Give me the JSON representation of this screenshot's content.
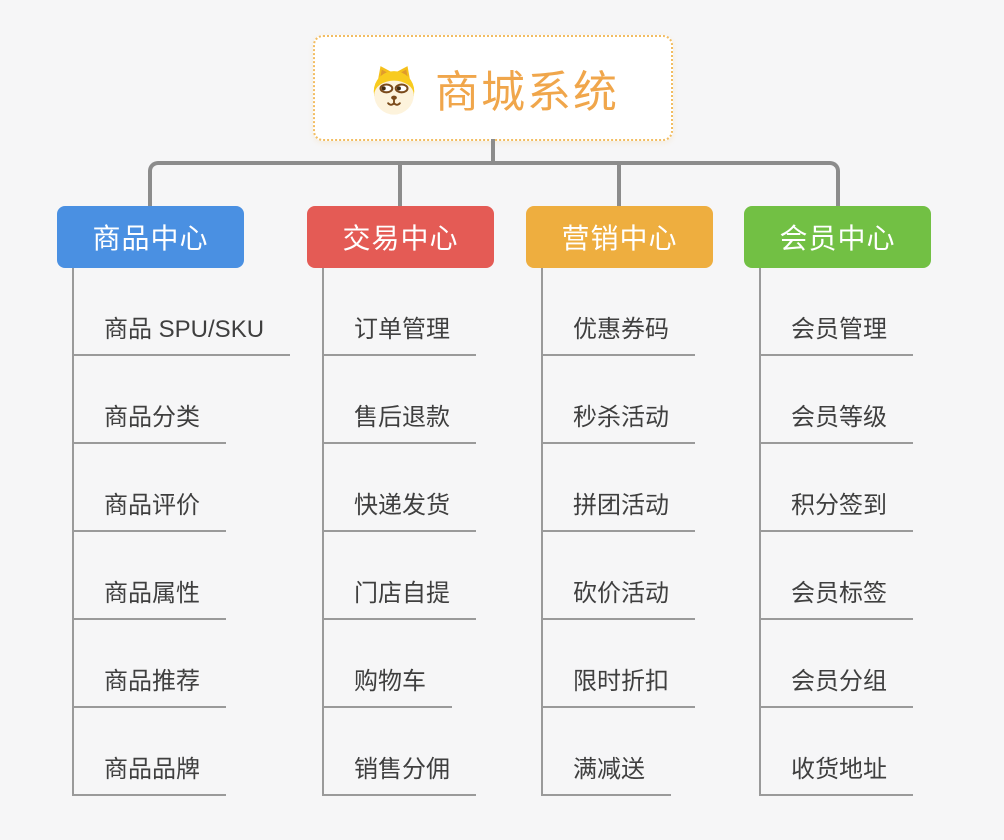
{
  "canvas": {
    "background": "#f6f6f7"
  },
  "root": {
    "label": "商城系统",
    "icon": "doge-icon",
    "text_color": "#f0a64b",
    "border_color": "#f2bd62"
  },
  "connectors": {
    "color": "#8c8c8c",
    "sub_color": "#9a9a9a"
  },
  "branches": [
    {
      "id": "product-center",
      "label": "商品中心",
      "color": "#4a90e2",
      "children": [
        "商品 SPU/SKU",
        "商品分类",
        "商品评价",
        "商品属性",
        "商品推荐",
        "商品品牌"
      ]
    },
    {
      "id": "trade-center",
      "label": "交易中心",
      "color": "#e45b55",
      "children": [
        "订单管理",
        "售后退款",
        "快递发货",
        "门店自提",
        "购物车",
        "销售分佣"
      ]
    },
    {
      "id": "marketing-center",
      "label": "营销中心",
      "color": "#eeae3f",
      "children": [
        "优惠券码",
        "秒杀活动",
        "拼团活动",
        "砍价活动",
        "限时折扣",
        "满减送"
      ]
    },
    {
      "id": "member-center",
      "label": "会员中心",
      "color": "#72c044",
      "children": [
        "会员管理",
        "会员等级",
        "积分签到",
        "会员标签",
        "会员分组",
        "收货地址"
      ]
    }
  ]
}
